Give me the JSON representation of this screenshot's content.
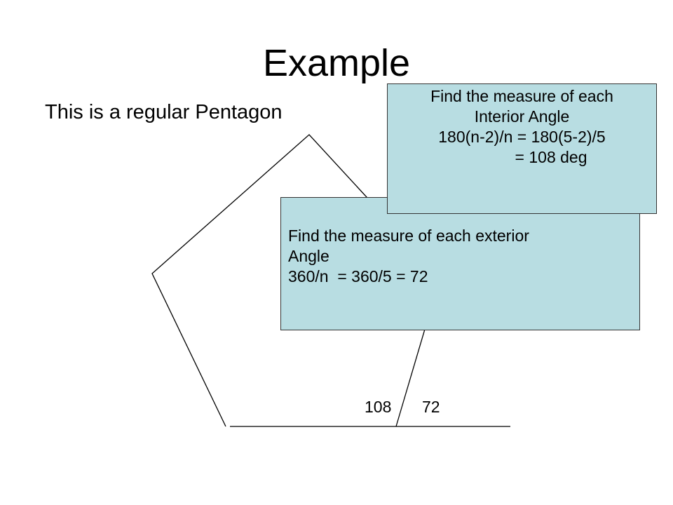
{
  "slide": {
    "title": "Example",
    "subtitle": "This is a regular Pentagon"
  },
  "exterior_box": {
    "lines": [
      "Find the measure of each exterior",
      "Angle",
      "360/n  = 360/5 = 72"
    ]
  },
  "interior_box": {
    "lines": [
      "Find the measure of each",
      "Interior Angle",
      "180(n-2)/n = 180(5-2)/5",
      "             = 108 deg"
    ]
  },
  "angle_labels": {
    "interior": "108",
    "exterior": "72"
  },
  "colors": {
    "box_fill": "#b8dde2",
    "line": "#000000"
  }
}
